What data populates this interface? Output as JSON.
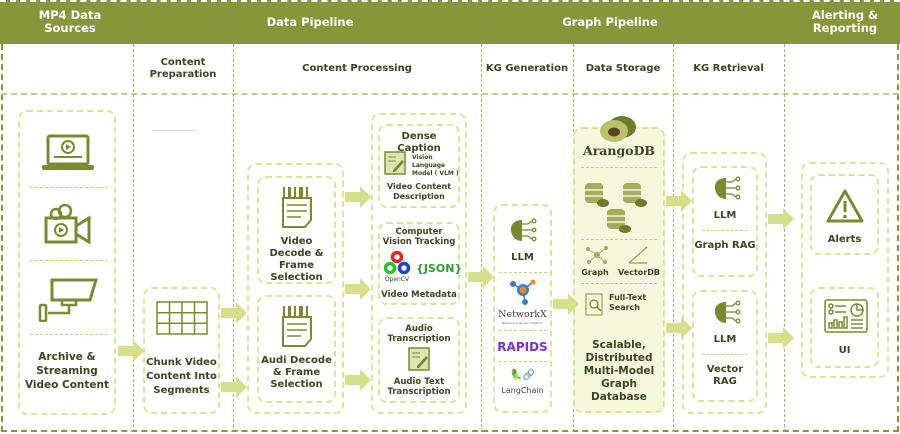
{
  "header": {
    "col1": "MP4 Data Sources",
    "col2": "Data Pipeline",
    "col3": "Graph Pipeline",
    "col4": "Alerting & Reporting"
  },
  "subheader": {
    "prep": "Content Preparation",
    "proc": "Content Processing",
    "kg": "KG Generation",
    "storage": "Data Storage",
    "retrieval": "KG Retrieval"
  },
  "sources": {
    "label": "Archive & Streaming Video Content",
    "icons": [
      "laptop-video-icon",
      "video-camera-icon",
      "cctv-camera-icon"
    ]
  },
  "chunk": {
    "label": "Chunk Video Content Into Segments"
  },
  "decode": {
    "video": "Video Decode & Frame Selection",
    "audio": "Audi Decode & Frame Selection"
  },
  "processing": {
    "dense_title": "Dense Caption",
    "vlm": "Vision Language Model ( VLM )",
    "dense_out": "Video Content Description",
    "cv_title": "Computer Vision Tracking",
    "opencv": "OpenCV",
    "json": "{JSON}",
    "cv_out": "Video Metadata",
    "audio_title": "Audio Transcription",
    "audio_out": "Audio Text Transcription"
  },
  "kg": {
    "llm": "LLM",
    "networkx": "NetworkX",
    "networkx_sub": "Network Analysis in Python",
    "rapids": "RAPIDS",
    "langchain": "LangChain"
  },
  "storage": {
    "brand": "ArangoDB",
    "graph": "Graph",
    "vector": "VectorDB",
    "fulltext": "Full-Text Search",
    "desc": "Scalable, Distributed Multi-Model Graph Database"
  },
  "retrieval": {
    "llm1": "LLM",
    "rag1": "Graph RAG",
    "llm2": "LLM",
    "rag2": "Vector RAG"
  },
  "output": {
    "alerts": "Alerts",
    "ui": "UI"
  },
  "colors": {
    "header": "#87963a",
    "arrow": "#d6df8a",
    "border": "#dde49a",
    "icon": "#7a8a32",
    "text": "#3b4520"
  }
}
